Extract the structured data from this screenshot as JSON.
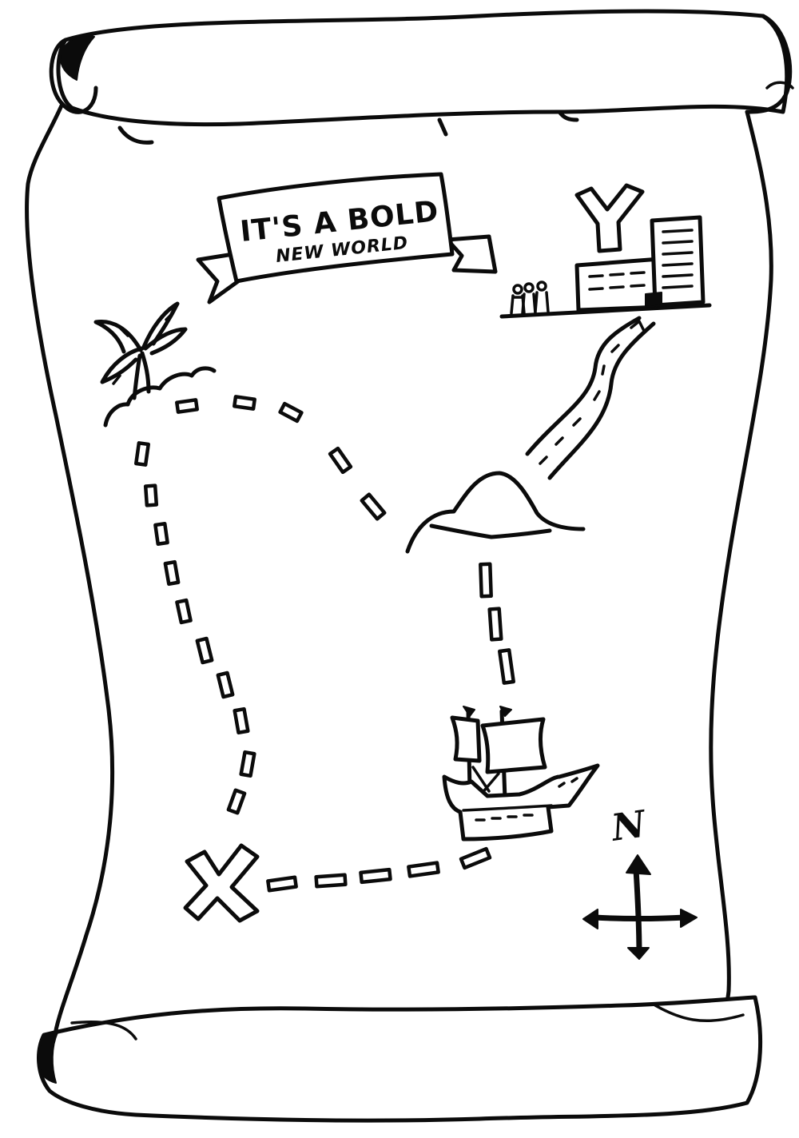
{
  "banner": {
    "line1": "IT'S A BOLD",
    "line2": "NEW WORLD"
  },
  "compass": {
    "north_label": "N"
  },
  "landmarks": {
    "start": "palm-tree-island",
    "waypoint": "hill",
    "destination": "city-with-y-sign",
    "vessel": "sailing-ship",
    "treasure": "x-mark"
  },
  "colors": {
    "ink": "#0b0b0b",
    "paper": "#ffffff"
  }
}
